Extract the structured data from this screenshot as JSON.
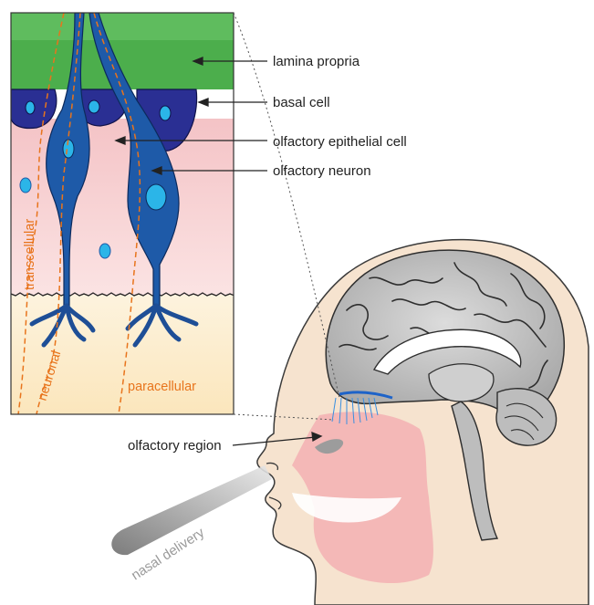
{
  "labels": {
    "lamina_propria": "lamina propria",
    "basal_cell": "basal cell",
    "olfactory_epithelial_cell": "olfactory epithelial cell",
    "olfactory_neuron": "olfactory neuron",
    "olfactory_region": "olfactory region",
    "transcellular": "transcellular",
    "neuronal": "neuronal",
    "paracellular": "paracellular",
    "nasal_delivery": "nasal delivery"
  },
  "colors": {
    "lamina_propria": "#4cae4c",
    "basal_cell": "#2a2f93",
    "nucleus": "#2bb5e8",
    "neuron": "#1e5aa8",
    "epithelium": "#f7d3d3",
    "submucosa": "#fbe9c2",
    "pathway": "#e8741c",
    "head_skin": "#f6e3cf",
    "brain": "#c7c7c7",
    "nasal_cavity": "#f3b5b5"
  }
}
